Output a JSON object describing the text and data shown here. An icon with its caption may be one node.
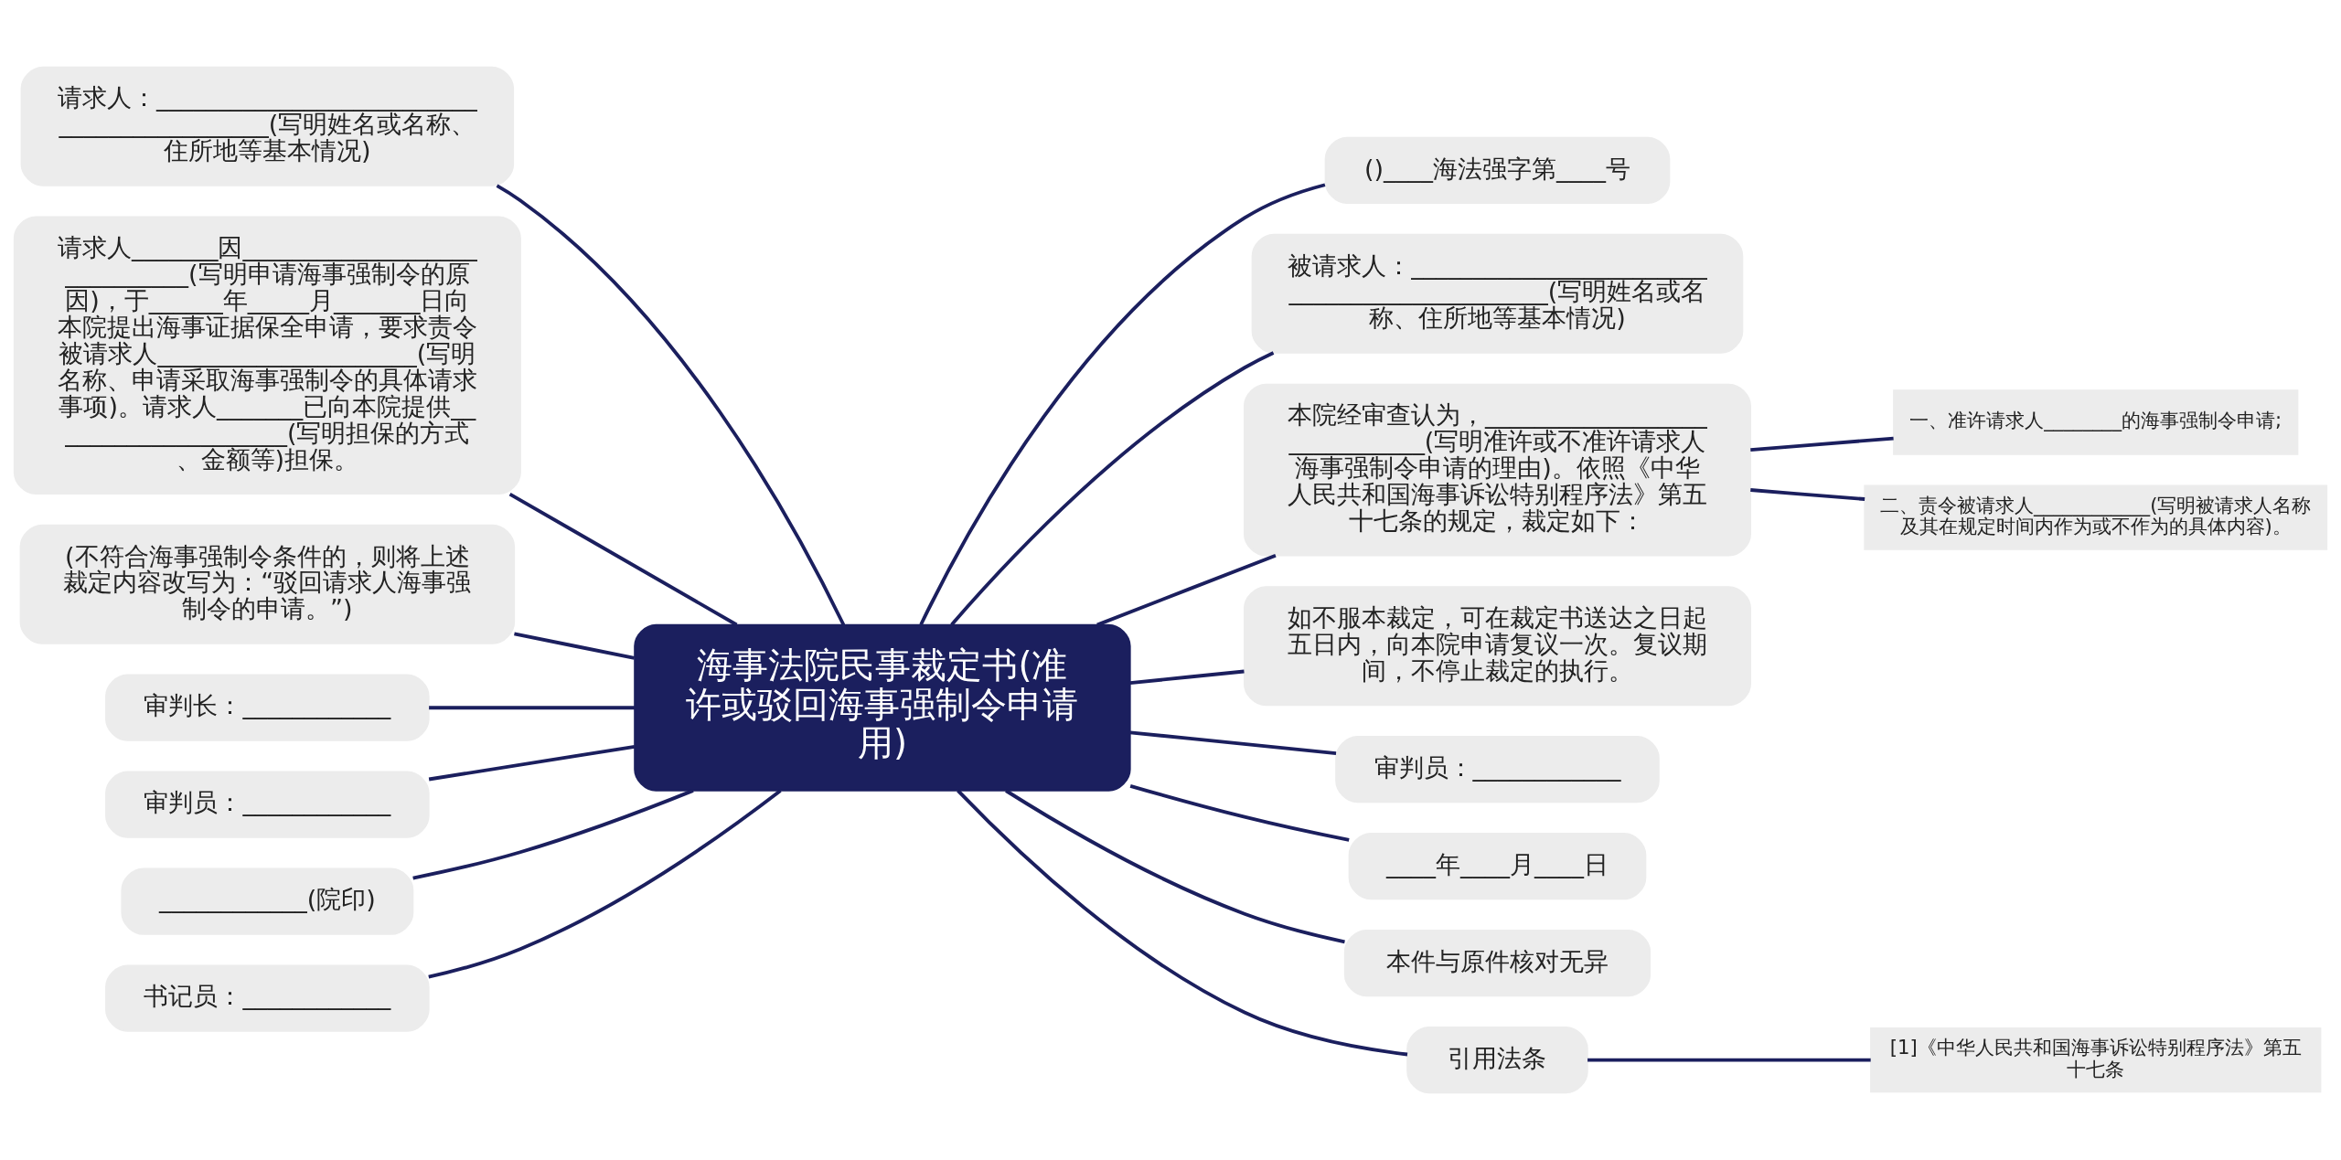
{
  "diagram": {
    "nodes": [
      {
        "text": [
          "海事法院民事裁定书(准许或驳回海事强制令申请用)"
        ]
      },
      {
        "text": [
          "()____海法强字第____号"
        ]
      },
      {
        "text": [
          "被请求人：_____________________________________________(写明姓名或名称、住所地等基本情况)"
        ]
      },
      {
        "text": [
          "本院经审查认为，_____________________________(写明准许或不准许请求人海事强制令申请的理由)。依照《中华人民共和国海事诉讼特别程序法》第五十七条的规定，裁定如下："
        ]
      },
      {
        "text": [
          "一、准许请求人________的海事强制令申请;"
        ]
      },
      {
        "text": [
          "二、责令被请求人____________(写明被请求人名称及其在规定时间内作为或不作为的具体内容)。"
        ]
      },
      {
        "text": [
          "如不服本裁定，可在裁定书送达之日起五日内，向本院申请复议一次。复议期间，不停止裁定的执行。"
        ]
      },
      {
        "text": [
          "审判员：____________"
        ]
      },
      {
        "text": [
          "____年____月____日"
        ]
      },
      {
        "text": [
          "本件与原件核对无异"
        ]
      },
      {
        "text": [
          "引用法条"
        ]
      },
      {
        "text": [
          "[1]《中华人民共和国海事诉讼特别程序法》第五十七条"
        ]
      },
      {
        "text": [
          "请求人：___________________________________________(写明姓名或名称、住所地等基本情况)"
        ]
      },
      {
        "text": [
          "请求人_______因_____________________________(写明申请海事强制令的原因)，于______年_____月_______日向本院提出海事证据保全申请，要求责令被请求人_____________________(写明名称、申请采取海事强制令的具体请求事项)。请求人_______已向本院提供____________________(写明担保的方式、金额等)担保。"
        ]
      },
      {
        "text": [
          "(不符合海事强制令条件的，则将上述裁定内容改写为：“驳回请求人海事强制令的申请。”)"
        ]
      },
      {
        "text": [
          "审判长：____________"
        ]
      },
      {
        "text": [
          "审判员：____________"
        ]
      },
      {
        "text": [
          "____________(院印)"
        ]
      },
      {
        "text": [
          "书记员：____________"
        ]
      }
    ],
    "edges": [
      {
        "from": 0,
        "to": 1,
        "arrow": "none"
      },
      {
        "from": 0,
        "to": 2,
        "arrow": "none"
      },
      {
        "from": 0,
        "to": 3,
        "arrow": "none"
      },
      {
        "from": 3,
        "to": 4,
        "arrow": "none"
      },
      {
        "from": 3,
        "to": 5,
        "arrow": "none"
      },
      {
        "from": 0,
        "to": 6,
        "arrow": "none"
      },
      {
        "from": 0,
        "to": 7,
        "arrow": "none"
      },
      {
        "from": 0,
        "to": 8,
        "arrow": "none"
      },
      {
        "from": 0,
        "to": 9,
        "arrow": "none"
      },
      {
        "from": 0,
        "to": 10,
        "arrow": "none"
      },
      {
        "from": 10,
        "to": 11,
        "arrow": "none"
      },
      {
        "from": 12,
        "to": 0,
        "arrow": "none"
      },
      {
        "from": 13,
        "to": 0,
        "arrow": "none"
      },
      {
        "from": 14,
        "to": 0,
        "arrow": "none"
      },
      {
        "from": 15,
        "to": 0,
        "arrow": "none"
      },
      {
        "from": 16,
        "to": 0,
        "arrow": "none"
      },
      {
        "from": 17,
        "to": 0,
        "arrow": "none"
      },
      {
        "from": 18,
        "to": 0,
        "arrow": "none"
      }
    ]
  }
}
